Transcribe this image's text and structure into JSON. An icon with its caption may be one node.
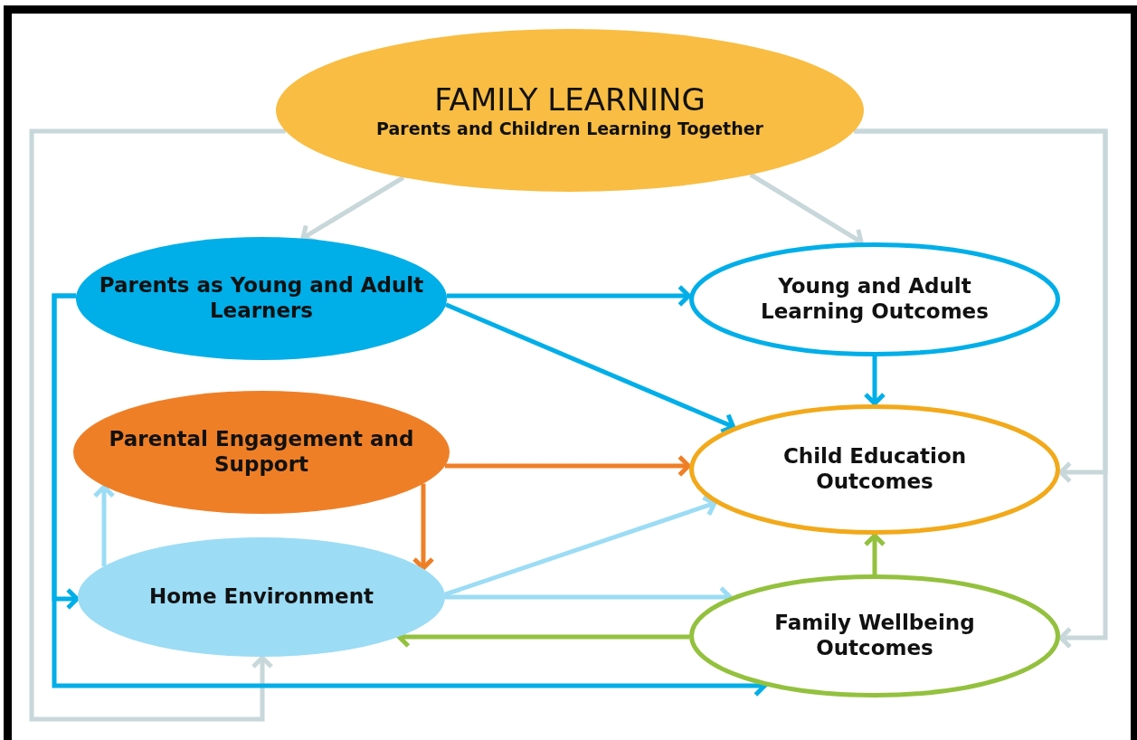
{
  "diagram": {
    "nodes": [
      {
        "text": [
          "FAMILY LEARNING",
          "Parents and Children Learning Together"
        ]
      },
      {
        "text": [
          "Parents as Young and Adult Learners"
        ]
      },
      {
        "text": [
          "Parental Engagement and Support"
        ]
      },
      {
        "text": [
          "Home Environment"
        ]
      },
      {
        "text": [
          "Young and Adult Learning Outcomes"
        ]
      },
      {
        "text": [
          "Child Education Outcomes"
        ]
      },
      {
        "text": [
          "Family Wellbeing Outcomes"
        ]
      }
    ],
    "edges": [
      {
        "from": 0,
        "to": 1,
        "arrow": "to",
        "color": "#c8d7da"
      },
      {
        "from": 0,
        "to": 4,
        "arrow": "to",
        "color": "#c8d7da"
      },
      {
        "from": 0,
        "to": 5,
        "arrow": "to",
        "color": "#c8d7da"
      },
      {
        "from": 0,
        "to": 6,
        "arrow": "to",
        "color": "#c8d7da"
      },
      {
        "from": 0,
        "to": 3,
        "arrow": "to",
        "color": "#c8d7da"
      },
      {
        "from": 1,
        "to": 4,
        "arrow": "to",
        "color": "#00aee8"
      },
      {
        "from": 1,
        "to": 5,
        "arrow": "to",
        "color": "#00aee8"
      },
      {
        "from": 1,
        "to": 3,
        "arrow": "to",
        "color": "#00aee8"
      },
      {
        "from": 1,
        "to": 6,
        "arrow": "to",
        "color": "#00aee8"
      },
      {
        "from": 2,
        "to": 5,
        "arrow": "to",
        "color": "#ef7f27"
      },
      {
        "from": 2,
        "to": 3,
        "arrow": "to",
        "color": "#ef7f27"
      },
      {
        "from": 3,
        "to": 2,
        "arrow": "to",
        "color": "#9cdcf5"
      },
      {
        "from": 3,
        "to": 5,
        "arrow": "to",
        "color": "#9cdcf5"
      },
      {
        "from": 3,
        "to": 6,
        "arrow": "to",
        "color": "#9cdcf5"
      },
      {
        "from": 6,
        "to": 3,
        "arrow": "to",
        "color": "#93c13e"
      },
      {
        "from": 6,
        "to": 5,
        "arrow": "to",
        "color": "#93c13e"
      },
      {
        "from": 4,
        "to": 5,
        "arrow": "to",
        "color": "#00aee8"
      }
    ]
  }
}
